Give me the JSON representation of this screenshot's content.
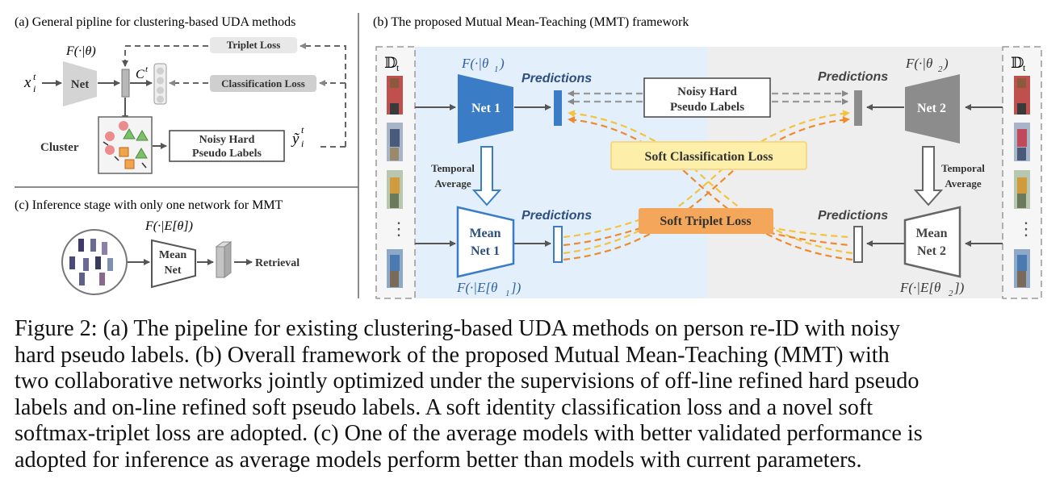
{
  "panel_a": {
    "title": "(a) General pipline for clustering-based UDA methods",
    "func": "F(·|θ)",
    "input": "x",
    "input_sup": "t",
    "input_sub": "i",
    "net": "Net",
    "feature": "C",
    "feature_sup": "t",
    "triplet_loss": "Triplet Loss",
    "classification_loss": "Classification Loss",
    "cluster": "Cluster",
    "noisy_line1": "Noisy Hard",
    "noisy_line2": "Pseudo Labels",
    "label": "ỹ",
    "label_sup": "t",
    "label_sub": "i"
  },
  "panel_b": {
    "title": "(b) The proposed Mutual Mean-Teaching (MMT) framework",
    "dataset": "𝔻",
    "dataset_sub": "t",
    "f1": "F(·|θ",
    "f1_sub": "1",
    "f2": "F(·|θ",
    "f2_sub": "2",
    "net1": "Net 1",
    "net2": "Net 2",
    "mean1_line1": "Mean",
    "mean1_line2": "Net 1",
    "mean2_line1": "Mean",
    "mean2_line2": "Net 2",
    "mf1": "F(·|E[θ",
    "mf1_sub": "1",
    "mf2": "F(·|E[θ",
    "mf2_sub": "2",
    "predictions": "Predictions",
    "noisy_line1": "Noisy Hard",
    "noisy_line2": "Pseudo Labels",
    "soft_class_loss": "Soft Classification Loss",
    "soft_triplet_loss": "Soft Triplet Loss",
    "temporal_line1": "Temporal",
    "temporal_line2": "Average",
    "dots": "⋮"
  },
  "panel_c": {
    "title": "(c) Inference stage with only one network for MMT",
    "func": "F(·|E[θ])",
    "mean": "Mean",
    "net": "Net",
    "retrieval": "Retrieval"
  },
  "colors": {
    "blue_fill": "#3a7cc5",
    "blue_bg": "#e3effa",
    "gray_bg": "#eeeeee",
    "gray_net": "#8c8c8c",
    "soft_class_fill": "#fdeeaa",
    "soft_triplet_fill": "#f4a75a",
    "dash_orange": "#ee8a2c",
    "dash_yellow": "#f2c43f"
  },
  "caption": {
    "line1": "Figure 2:  (a) The pipeline for existing clustering-based UDA methods on person re-ID with noisy",
    "line2": "hard pseudo labels.  (b) Overall framework of the proposed Mutual Mean-Teaching (MMT) with",
    "line3": "two collaborative networks jointly optimized under the supervisions of off-line refined hard pseudo",
    "line4": "labels and on-line refined soft pseudo labels.  A soft identity classification loss and a novel soft",
    "line5": "softmax-triplet loss are adopted. (c) One of the average models with better validated performance is",
    "line6": "adopted for inference as average models perform better than models with current parameters."
  }
}
